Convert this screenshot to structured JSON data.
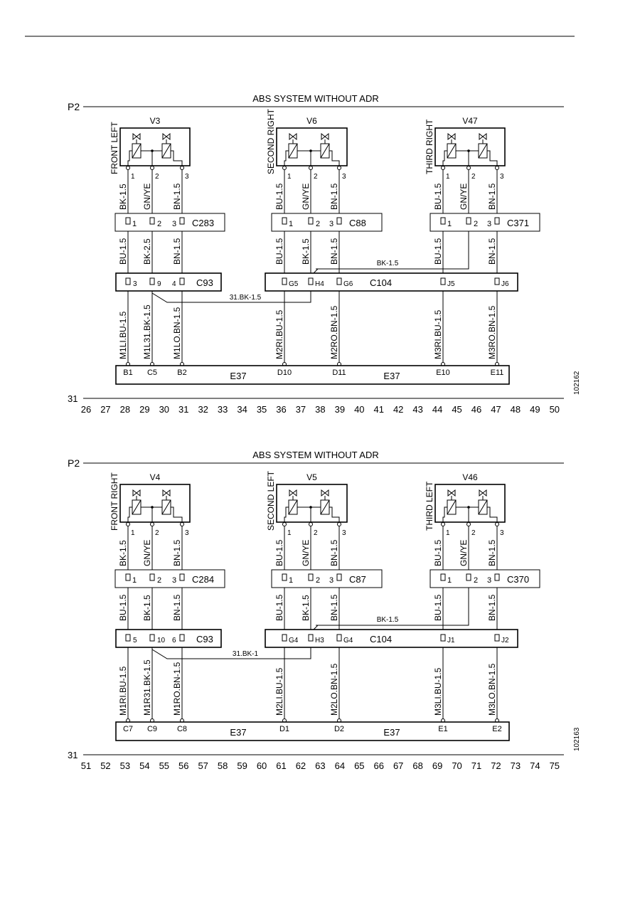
{
  "diagrams": [
    {
      "id": "102162",
      "title": "ABS SYSTEM WITHOUT ADR",
      "rail_top": "P2",
      "rail_bottom": "31",
      "columns": [
        "26",
        "27",
        "28",
        "29",
        "30",
        "31",
        "32",
        "33",
        "34",
        "35",
        "36",
        "37",
        "38",
        "39",
        "40",
        "41",
        "42",
        "43",
        "44",
        "45",
        "46",
        "47",
        "48",
        "49",
        "50"
      ],
      "valves": [
        {
          "code": "V3",
          "position": "FRONT LEFT",
          "pins": [
            "1",
            "2",
            "3"
          ],
          "wires_top": [
            "BK-1.5",
            "GN/YE",
            "BN-1.5"
          ],
          "connector": "C283",
          "connector_pins": [
            "1",
            "2",
            "3"
          ],
          "wires_mid": [
            "BU-1.5",
            "BK-2.5",
            "BN-1.5"
          ]
        },
        {
          "code": "V6",
          "position": "SECOND RIGHT",
          "pins": [
            "1",
            "2",
            "3"
          ],
          "wires_top": [
            "BU-1.5",
            "GN/YE",
            "BN-1.5"
          ],
          "connector": "C88",
          "connector_pins": [
            "1",
            "2",
            "3"
          ],
          "wires_mid": [
            "BU-1.5",
            "BK-1.5",
            "BN-1.5"
          ]
        },
        {
          "code": "V47",
          "position": "THIRD RIGHT",
          "pins": [
            "1",
            "2",
            "3"
          ],
          "wires_top": [
            "BU-1.5",
            "GN/YE",
            "BN-1.5"
          ],
          "connector": "C371",
          "connector_pins": [
            "1",
            "2",
            "3"
          ],
          "wires_mid": [
            "BU-1.5",
            "",
            "BN-1.5"
          ]
        }
      ],
      "c93": {
        "label": "C93",
        "pins": [
          "3",
          "9",
          "4"
        ]
      },
      "c104": {
        "label": "C104",
        "pins": [
          "G5",
          "H4",
          "G6",
          "J5",
          "J6"
        ]
      },
      "bridge_label": "BK-1.5",
      "ground_label": "31.BK-1.5",
      "bottom_wires": [
        "M1LI.BU-1.5",
        "M1L31.BK-1.5",
        "M1LO.BN-1.5",
        "M2RI.BU-1.5",
        "M2RO.BN-1.5",
        "M3RI.BU-1.5",
        "M3RO.BN-1.5"
      ],
      "ecu": {
        "label": "E37",
        "pins": [
          "B1",
          "C5",
          "B2",
          "D10",
          "D11",
          "E10",
          "E11"
        ]
      }
    },
    {
      "id": "102163",
      "title": "ABS SYSTEM WITHOUT ADR",
      "rail_top": "P2",
      "rail_bottom": "31",
      "columns": [
        "51",
        "52",
        "53",
        "54",
        "55",
        "56",
        "57",
        "58",
        "59",
        "60",
        "61",
        "62",
        "63",
        "64",
        "65",
        "66",
        "67",
        "68",
        "69",
        "70",
        "71",
        "72",
        "73",
        "74",
        "75"
      ],
      "valves": [
        {
          "code": "V4",
          "position": "FRONT RIGHT",
          "pins": [
            "1",
            "2",
            "3"
          ],
          "wires_top": [
            "BK-1.5",
            "GN/YE",
            "BN-1.5"
          ],
          "connector": "C284",
          "connector_pins": [
            "1",
            "2",
            "3"
          ],
          "wires_mid": [
            "BU-1.5",
            "BK-1.5",
            "BN-1.5"
          ]
        },
        {
          "code": "V5",
          "position": "SECOND LEFT",
          "pins": [
            "1",
            "2",
            "3"
          ],
          "wires_top": [
            "BU-1.5",
            "GN/YE",
            "BN-1.5"
          ],
          "connector": "C87",
          "connector_pins": [
            "1",
            "2",
            "3"
          ],
          "wires_mid": [
            "BU-1.5",
            "BK-1.5",
            "BN-1.5"
          ]
        },
        {
          "code": "V46",
          "position": "THIRD LEFT",
          "pins": [
            "1",
            "2",
            "3"
          ],
          "wires_top": [
            "BU-1.5",
            "GN/YE",
            "BN-1.5"
          ],
          "connector": "C370",
          "connector_pins": [
            "1",
            "2",
            "3"
          ],
          "wires_mid": [
            "BU-1.5",
            "",
            "BN-1.5"
          ]
        }
      ],
      "c93": {
        "label": "C93",
        "pins": [
          "5",
          "10",
          "6"
        ]
      },
      "c104": {
        "label": "C104",
        "pins": [
          "G4",
          "H3",
          "G4",
          "J1",
          "J2"
        ]
      },
      "bridge_label": "BK-1.5",
      "ground_label": "31.BK-1",
      "bottom_wires": [
        "M1RI.BU-1.5",
        "M1R31.BK-1.5",
        "M1RO.BN-1.5",
        "M2LI.BU-1.5",
        "M2LO.BN-1.5",
        "M3LI.BU-1.5",
        "M3LO.BN-1.5"
      ],
      "ecu": {
        "label": "E37",
        "pins": [
          "C7",
          "C9",
          "C8",
          "D1",
          "D2",
          "E1",
          "E2"
        ]
      }
    }
  ],
  "colors": {
    "line": "#000000",
    "background": "#ffffff"
  }
}
